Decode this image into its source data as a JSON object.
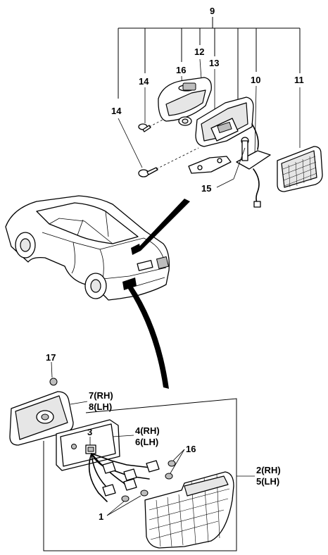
{
  "callouts": {
    "c9": "9",
    "c12": "12",
    "c13": "13",
    "c14a": "14",
    "c16a": "16",
    "c10": "10",
    "c11": "11",
    "c14b": "14",
    "c15": "15",
    "c17": "17",
    "c7": "7(RH)",
    "c8": "8(LH)",
    "c4": "4(RH)",
    "c6": "6(LH)",
    "c3": "3",
    "c16b": "16",
    "c2": "2(RH)",
    "c5": "5(LH)",
    "c1": "1"
  }
}
